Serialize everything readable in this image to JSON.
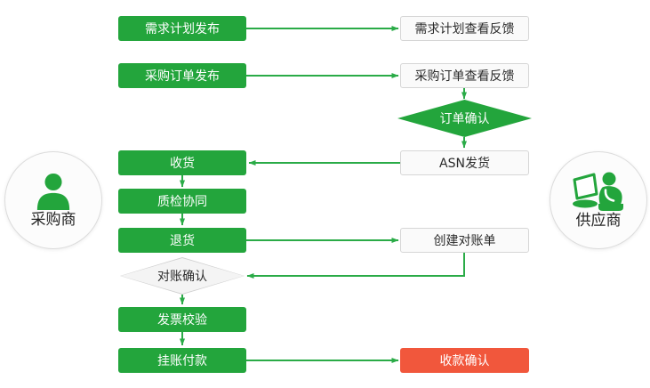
{
  "colors": {
    "green": "#23a53c",
    "line_green": "#2aab47",
    "red": "#f1573c",
    "light_fill": "#fafafa",
    "light_border": "#d6d6d6",
    "diamond_light_fill": "#f4f4f4",
    "diamond_light_border": "#cfcfcf",
    "text_dark": "#2b2b2b",
    "circle_fill": "#fcfcfc",
    "circle_border": "#dcdcdc"
  },
  "actors": {
    "buyer": {
      "label": "采购商"
    },
    "supplier": {
      "label": "供应商"
    }
  },
  "nodes": {
    "demand_plan_publish": {
      "label": "需求计划发布"
    },
    "demand_plan_feedback": {
      "label": "需求计划查看反馈"
    },
    "po_publish": {
      "label": "采购订单发布"
    },
    "po_feedback": {
      "label": "采购订单查看反馈"
    },
    "order_confirm": {
      "label": "订单确认"
    },
    "asn_ship": {
      "label": "ASN发货"
    },
    "receive_goods": {
      "label": "收货"
    },
    "quality_collab": {
      "label": "质检协同"
    },
    "return_goods": {
      "label": "退货"
    },
    "create_statement": {
      "label": "创建对账单"
    },
    "statement_confirm": {
      "label": "对账确认"
    },
    "invoice_verify": {
      "label": "发票校验"
    },
    "payment_on_account": {
      "label": "挂账付款"
    },
    "receipt_confirm": {
      "label": "收款确认"
    }
  }
}
